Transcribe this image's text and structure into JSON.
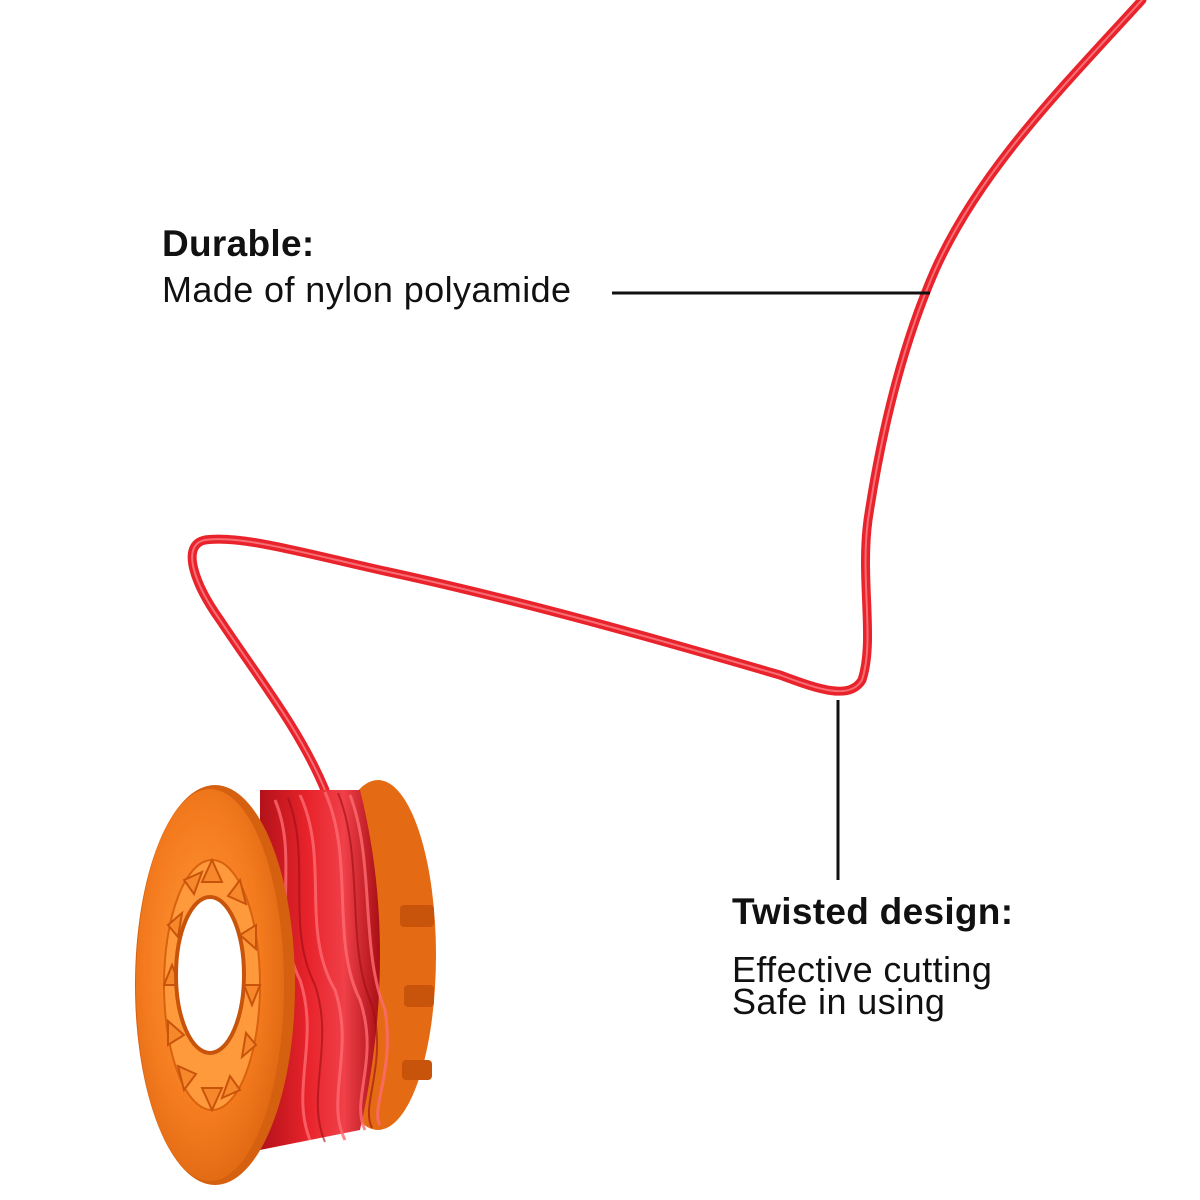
{
  "callouts": {
    "durable": {
      "title": "Durable:",
      "description": "Made of nylon polyamide"
    },
    "twisted": {
      "title": "Twisted design:",
      "line1": "Effective cutting",
      "line2": "Safe in using"
    }
  },
  "colors": {
    "background": "#ffffff",
    "line_red": "#e8232b",
    "spool_orange": "#f47b1e",
    "spool_orange_dark": "#d5600f",
    "text": "#111111"
  },
  "illustration": {
    "subject": "trimmer-line-spool"
  }
}
